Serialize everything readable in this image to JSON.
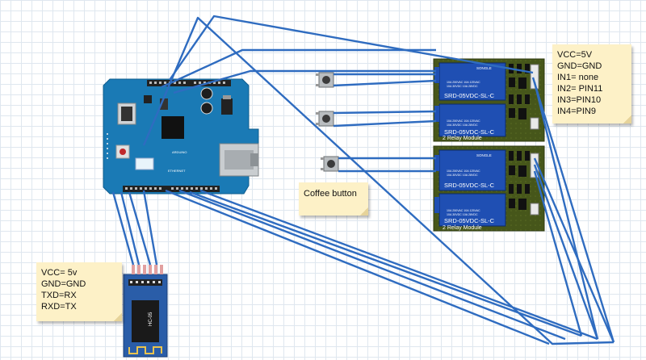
{
  "notes": {
    "relay_pins": {
      "lines": [
        "VCC=5V",
        "GND=GND",
        "IN1= none",
        "IN2= PIN11",
        "IN3=PIN10",
        "IN4=PIN9"
      ]
    },
    "coffee": {
      "text": "Coffee button"
    },
    "bluetooth": {
      "lines": [
        "VCC= 5v",
        "GND=GND",
        "TXD=RX",
        "RXD=TX"
      ]
    }
  },
  "arduino": {
    "label": "ARDUINO",
    "chip_label": "ETHERNET"
  },
  "relay_modules": [
    {
      "relay_brand": "SONGLE",
      "relay_model": "SRD-05VDC-SL-C",
      "relay_rating_1": "10A 250VAC 10A 125VAC",
      "relay_rating_2": "10A 30VDC 10A 28VDC",
      "footer": "2 Relay Module"
    },
    {
      "relay_brand": "SONGLE",
      "relay_model": "SRD-05VDC-SL-C",
      "relay_rating_1": "10A 250VAC 10A 125VAC",
      "relay_rating_2": "10A 30VDC 10A 28VDC",
      "footer": "2 Relay Module"
    }
  ],
  "bluetooth_module": {
    "label": "HC-05"
  },
  "colors": {
    "wire": "#2f6cc0",
    "arduino_board": "#1a7ab5",
    "relay_board": "#46561a",
    "relay_body": "#1f4fb3",
    "bt_board": "#2a5da8",
    "note_bg": "#fdf1c7"
  }
}
